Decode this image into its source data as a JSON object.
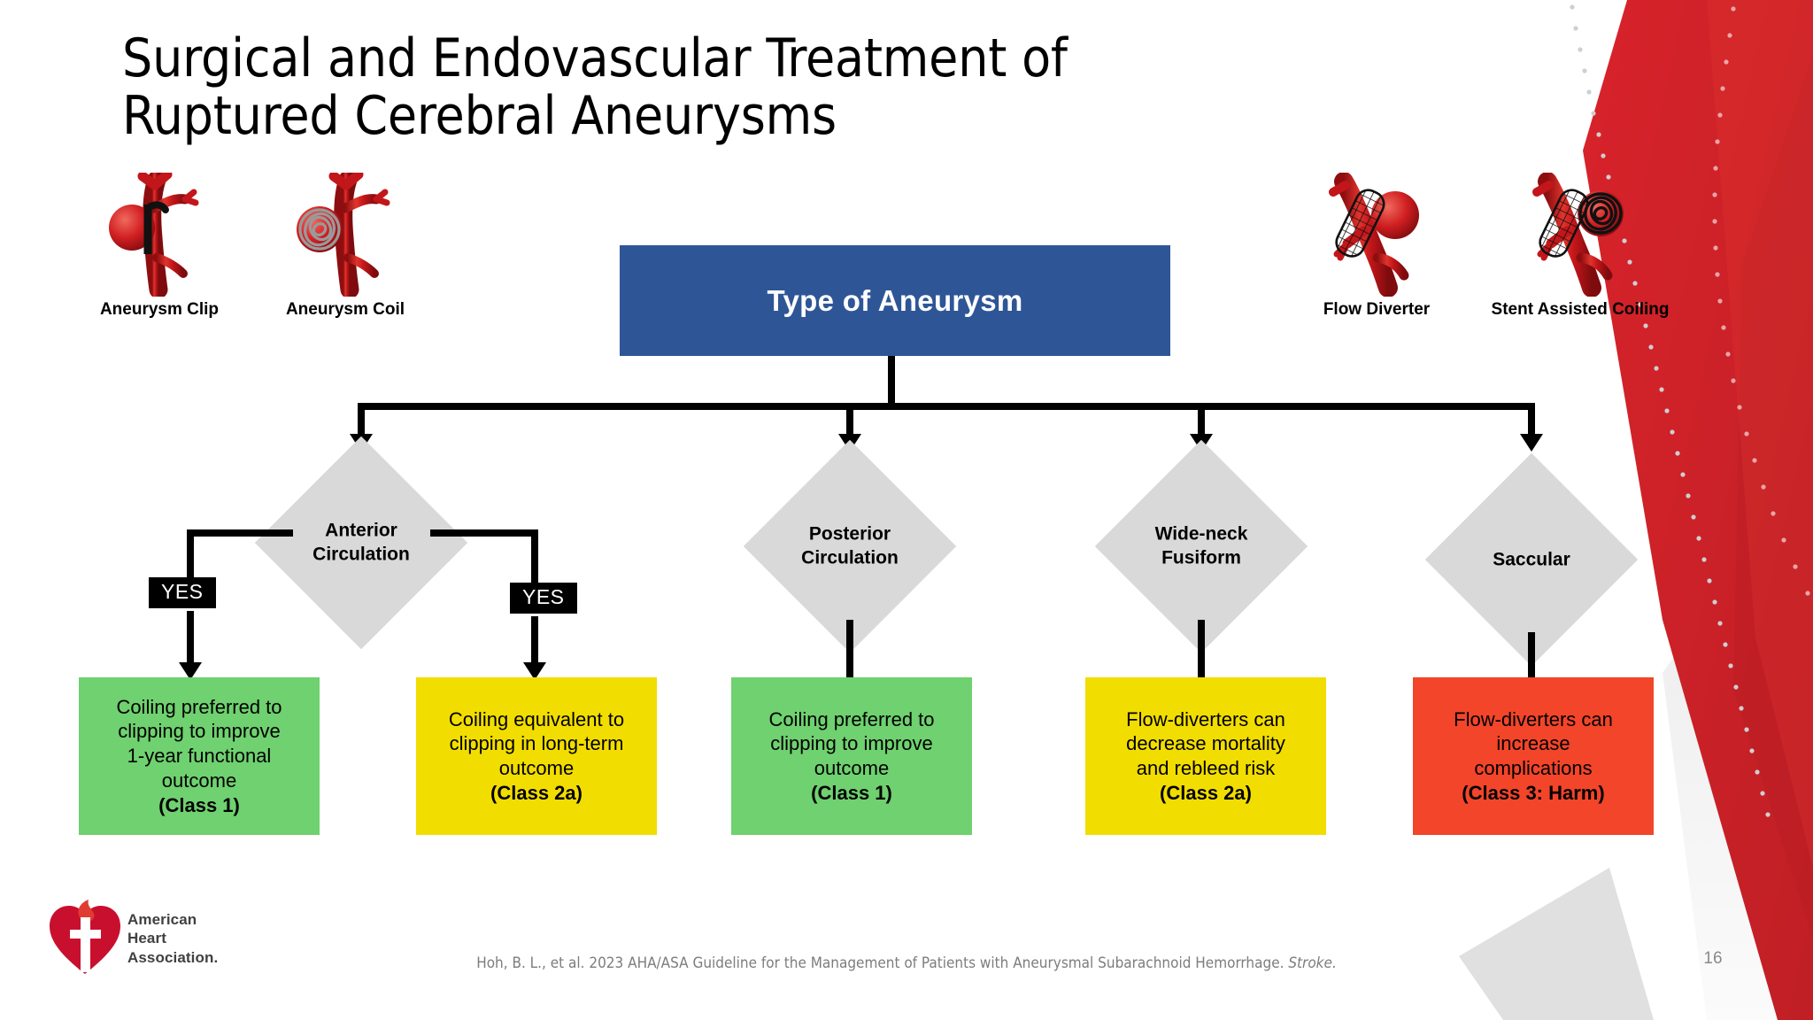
{
  "slide": {
    "title": "Surgical and Endovascular Treatment of Ruptured Cerebral Aneurysms",
    "page_number": "16",
    "citation_main": "Hoh, B. L., et al. 2023 AHA/ASA Guideline for the Management of Patients with Aneurysmal Subarachnoid Hemorrhage.",
    "citation_journal": "Stroke.",
    "logo": {
      "line1": "American",
      "line2": "Heart",
      "line3": "Association."
    },
    "colors": {
      "root_box": "#2E5697",
      "diamond": "#D9D9D9",
      "green": "#6FD16F",
      "yellow": "#F2DD00",
      "red": "#F2452A",
      "accent_red": "#D8232A",
      "connector": "#000000"
    }
  },
  "illustrations": [
    {
      "caption": "Aneurysm Clip",
      "icon": "aneurysm-clip-illustration"
    },
    {
      "caption": "Aneurysm Coil",
      "icon": "aneurysm-coil-illustration"
    },
    {
      "caption": "Flow Diverter",
      "icon": "flow-diverter-illustration"
    },
    {
      "caption": "Stent Assisted Coiling",
      "icon": "stent-assisted-coiling-illustration"
    }
  ],
  "flow": {
    "root": {
      "label": "Type of Aneurysm"
    },
    "decisions": [
      {
        "label_line1": "Anterior",
        "label_line2": "Circulation"
      },
      {
        "label_line1": "Posterior",
        "label_line2": "Circulation"
      },
      {
        "label_line1": "Wide-neck",
        "label_line2": "Fusiform"
      },
      {
        "label_line1": "Saccular",
        "label_line2": ""
      }
    ],
    "branch_labels": [
      {
        "text": "YES"
      },
      {
        "text": "YES"
      }
    ],
    "outcomes": [
      {
        "lines": [
          "Coiling preferred to",
          "clipping to improve",
          "1-year functional",
          "outcome"
        ],
        "class_label": "(Class 1)",
        "color": "#6FD16F",
        "parent": "Anterior Circulation"
      },
      {
        "lines": [
          "Coiling equivalent to",
          "clipping in long-term",
          "outcome"
        ],
        "class_label": "(Class 2a)",
        "color": "#F2DD00",
        "parent": "Anterior Circulation"
      },
      {
        "lines": [
          "Coiling preferred to",
          "clipping to improve",
          "outcome"
        ],
        "class_label": "(Class 1)",
        "color": "#6FD16F",
        "parent": "Posterior Circulation"
      },
      {
        "lines": [
          "Flow-diverters can",
          "decrease mortality",
          "and rebleed risk"
        ],
        "class_label": "(Class 2a)",
        "color": "#F2DD00",
        "parent": "Wide-neck Fusiform"
      },
      {
        "lines": [
          "Flow-diverters can",
          "increase",
          "complications"
        ],
        "class_label": "(Class 3: Harm)",
        "color": "#F2452A",
        "parent": "Saccular"
      }
    ]
  }
}
